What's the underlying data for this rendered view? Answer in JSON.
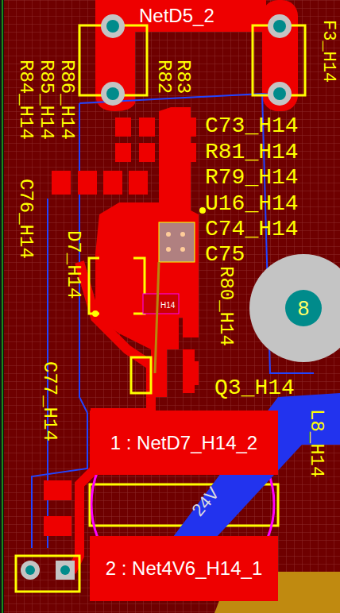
{
  "diagram": {
    "nodes": [
      {
        "text": [
          "1 : NetD7_H14_2"
        ]
      },
      {
        "text": [
          "2 : Net4V6_H14_1"
        ]
      },
      {
        "text": [
          "8"
        ]
      }
    ],
    "labels": [
      "NetD5_2",
      "R86_H14",
      "R85_H14",
      "R84_H14",
      "C76_H14",
      "R82",
      "R83",
      "C73_H14",
      "R81_H14",
      "R79_H14",
      "U16_H14",
      "C74_H14",
      "C75",
      "D7_H14",
      "R80_H14",
      "H14",
      "C77_H14",
      "Q3_H14",
      "L8_H14",
      "F3_H14",
      "24V"
    ]
  }
}
